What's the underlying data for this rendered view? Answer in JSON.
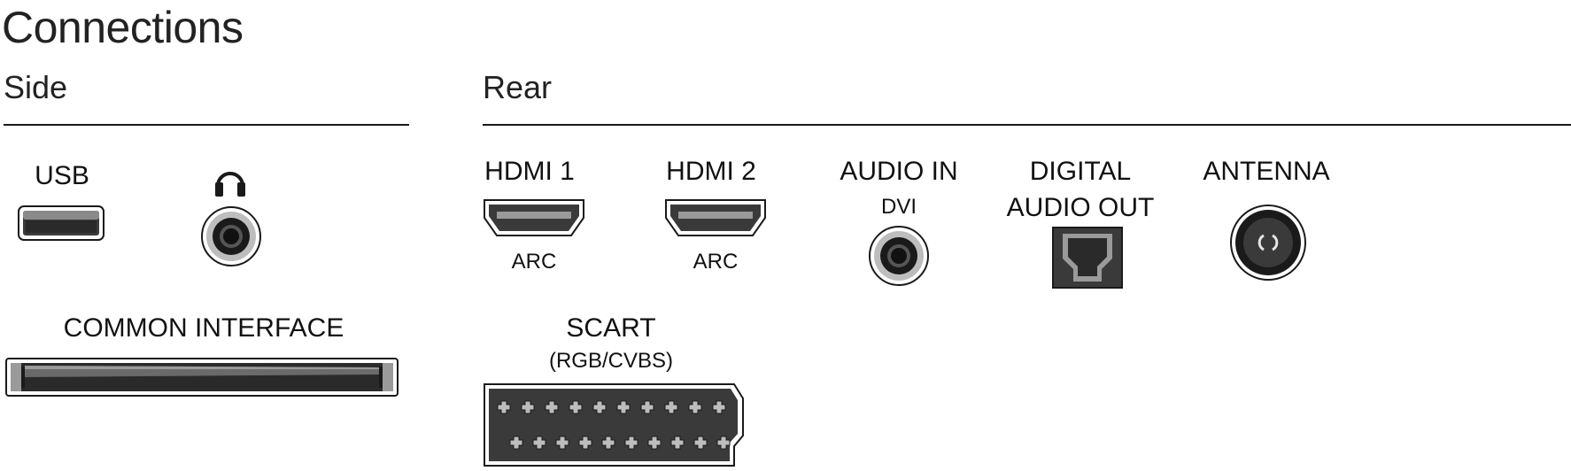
{
  "page": {
    "title": "Connections",
    "sections": {
      "side": "Side",
      "rear": "Rear"
    }
  },
  "ports": {
    "usb": {
      "label": "USB",
      "icon": "usb-port-icon"
    },
    "headphone": {
      "icon": "headphones-icon"
    },
    "hdmi1": {
      "label": "HDMI 1",
      "sub": "ARC"
    },
    "hdmi2": {
      "label": "HDMI 2",
      "sub": "ARC"
    },
    "audio_in": {
      "label": "AUDIO IN",
      "sub": "DVI"
    },
    "digital_audio_out": {
      "label_line1": "DIGITAL",
      "label_line2": "AUDIO OUT"
    },
    "antenna": {
      "label": "ANTENNA"
    },
    "common_interface": {
      "label": "COMMON INTERFACE"
    },
    "scart": {
      "label": "SCART",
      "sub": "(RGB/CVBS)"
    }
  },
  "colors": {
    "ink": "#1a1a1a",
    "port_fill": "#3a3a3a",
    "port_light": "#bdbdbd"
  }
}
